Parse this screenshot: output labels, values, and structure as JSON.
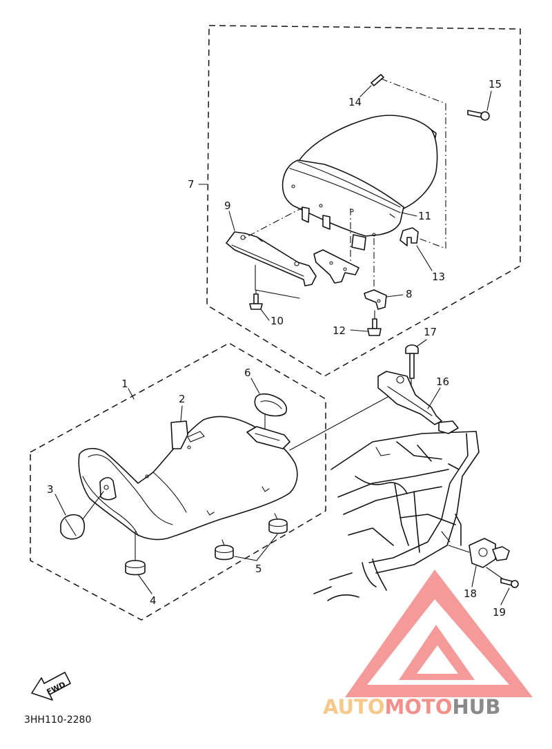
{
  "diagram": {
    "drawing_code": "3HH110-2280",
    "fwd_label": "FWD",
    "callouts": [
      "1",
      "2",
      "3",
      "4",
      "5",
      "6",
      "7",
      "8",
      "9",
      "10",
      "11",
      "12",
      "13",
      "14",
      "15",
      "16",
      "17",
      "18",
      "19"
    ]
  },
  "watermark": {
    "word_1": "AUTO",
    "word_2": "MOTO",
    "word_3": "HUB",
    "colors": {
      "auto": "#f6c88a",
      "moto": "#f4908c",
      "hub": "#8a8a8a",
      "logo": "#f59a9a"
    }
  }
}
